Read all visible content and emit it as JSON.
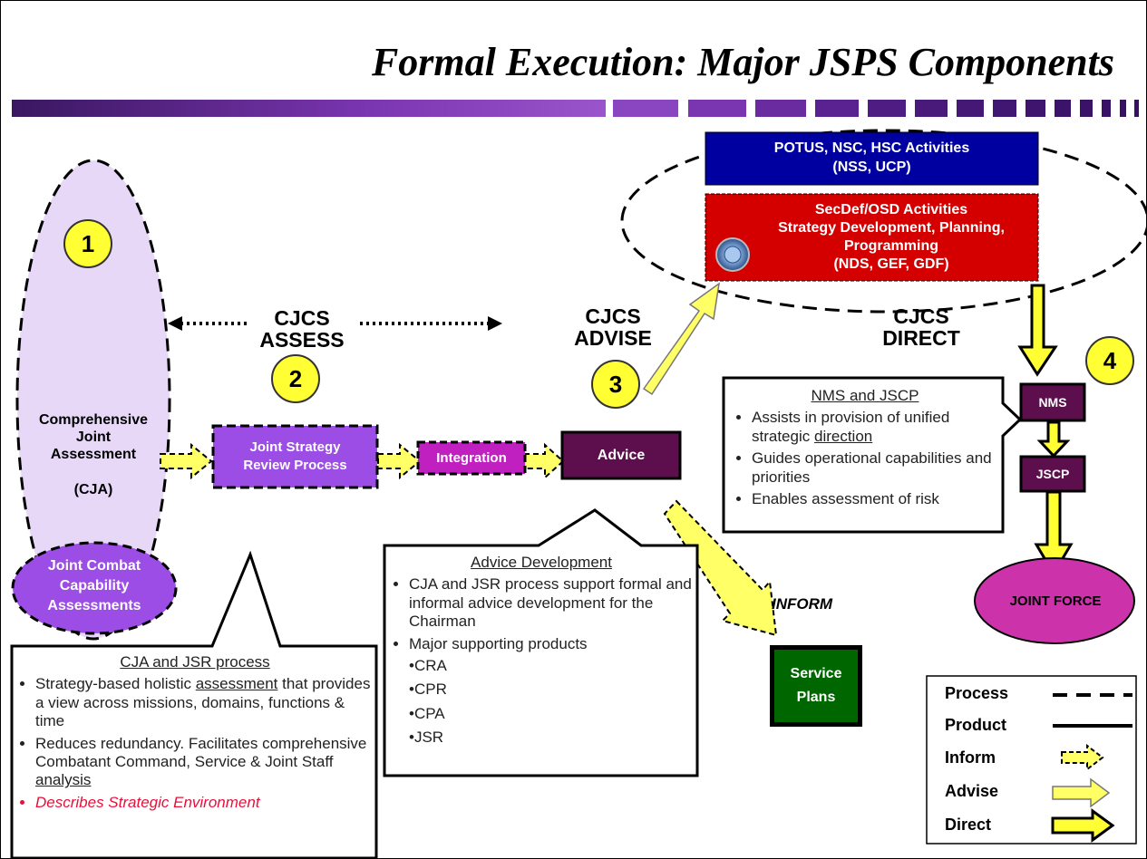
{
  "title": "Formal Execution:  Major JSPS Components",
  "colors": {
    "purple_bar": "#4b1d6e",
    "navy": "#0000a0",
    "red": "#d40000",
    "dark_purple": "#5c0f4c",
    "violet": "#9b4de6",
    "magenta": "#c020c0",
    "green": "#006600",
    "yellow": "#ffff33",
    "lavender": "#e8d8f8"
  },
  "markers": [
    "1",
    "2",
    "3",
    "4"
  ],
  "stages": {
    "assess": "CJCS\nASSESS",
    "advise": "CJCS\nADVISE",
    "direct": "CJCS\nDIRECT",
    "inform": "INFORM"
  },
  "cja": {
    "label": "Comprehensive\nJoint\nAssessment\n\n(CJA)"
  },
  "jcca": {
    "label": "Joint Combat\nCapability\nAssessments"
  },
  "jsr": {
    "label": "Joint Strategy\nReview Process"
  },
  "integration": {
    "label": "Integration"
  },
  "advice": {
    "label": "Advice"
  },
  "potus": {
    "label": "POTUS, NSC, HSC Activities\n(NSS, UCP)"
  },
  "secdef": {
    "label": "SecDef/OSD Activities\nStrategy Development, Planning,\nProgramming\n(NDS, GEF, GDF)"
  },
  "nms": {
    "label": "NMS"
  },
  "jscp": {
    "label": "JSCP"
  },
  "joint_force": {
    "label": "JOINT FORCE"
  },
  "service_plans": {
    "label": "Service\nPlans"
  },
  "callout_nms": {
    "heading": "NMS and JSCP",
    "b1_pre": "Assists in  provision of unified strategic ",
    "b1_u": "direction",
    "b2": "Guides operational capabilities and priorities",
    "b3": "Enables assessment of risk"
  },
  "callout_advice": {
    "heading": "Advice Development",
    "b1": "CJA and JSR process support formal and informal advice development for the Chairman",
    "b2": "Major supporting products",
    "products": [
      "•CRA",
      "•CPR",
      "•CPA",
      "•JSR"
    ]
  },
  "callout_cja": {
    "heading": "CJA and JSR process",
    "b1_pre": "Strategy-based holistic ",
    "b1_u": "assessment",
    "b1_post": " that provides a view across missions, domains, functions & time",
    "b2_pre": "Reduces redundancy. Facilitates comprehensive Combatant Command, Service & Joint Staff ",
    "b2_u": "analysis",
    "b3": "Describes Strategic Environment"
  },
  "legend": [
    "Process",
    "Product",
    "Inform",
    "Advise",
    "Direct"
  ]
}
